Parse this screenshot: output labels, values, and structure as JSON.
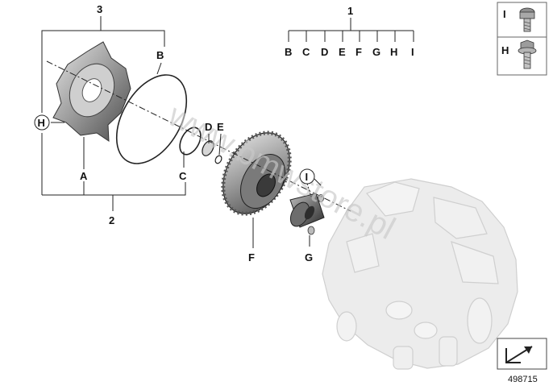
{
  "callouts": {
    "group_1": "1",
    "group_2": "2",
    "group_3": "3",
    "sub_1": [
      "B",
      "C",
      "D",
      "E",
      "F",
      "G",
      "H",
      "I"
    ],
    "A": "A",
    "B": "B",
    "C": "C",
    "D": "D",
    "E": "E",
    "F": "F",
    "G": "G",
    "H": "H",
    "I": "I"
  },
  "legend": {
    "item_I": "I",
    "item_H": "H"
  },
  "watermark": "www.bmwstore.pl",
  "reference_number": "498715",
  "icons": [
    "bolt-icon",
    "hex-flange-bolt-icon",
    "direction-arrow-icon"
  ]
}
